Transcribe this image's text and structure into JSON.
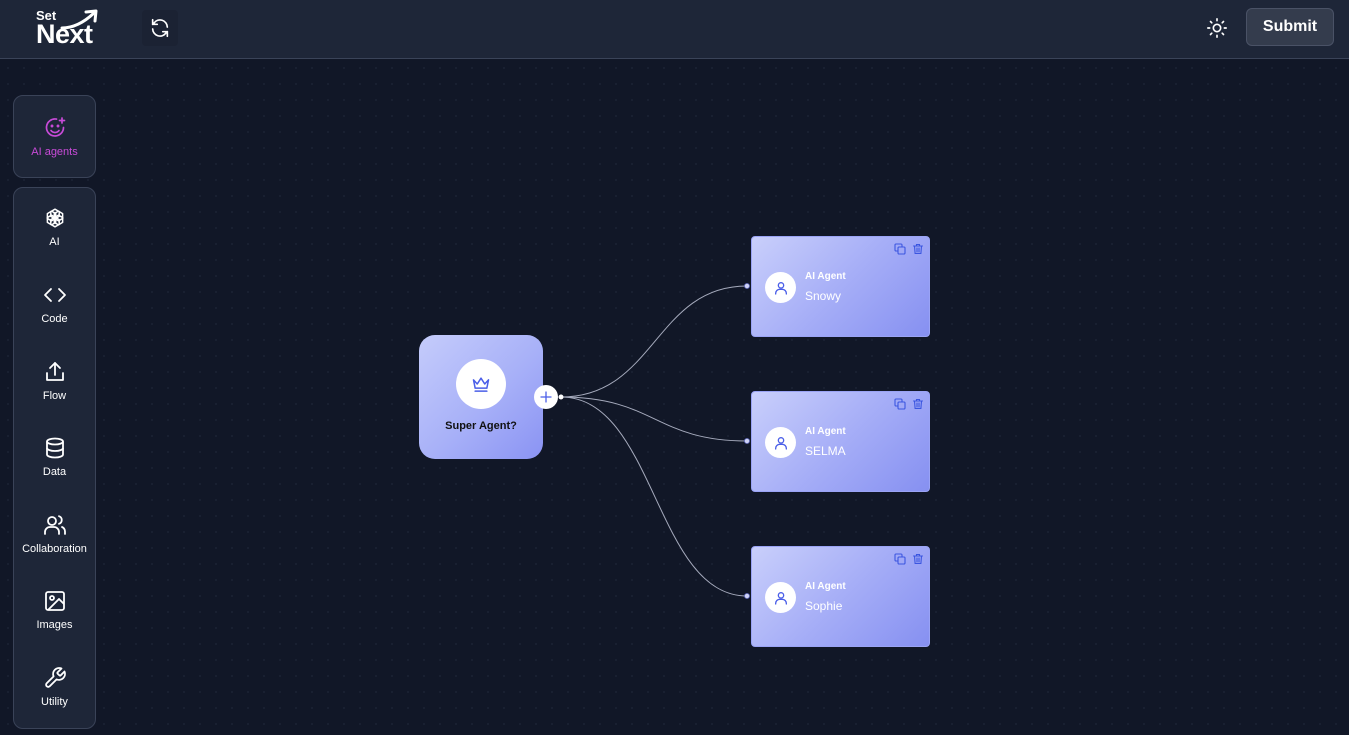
{
  "header": {
    "logo_top": "Set",
    "logo_main": "Next",
    "refresh_icon": "refresh-icon",
    "theme_icon": "sun-icon",
    "submit_label": "Submit"
  },
  "sidebar": {
    "top_item": {
      "label": "AI agents",
      "icon": "ai-agents-icon",
      "active_color": "#c84bd8"
    },
    "items": [
      {
        "label": "AI",
        "icon": "openai-icon"
      },
      {
        "label": "Code",
        "icon": "code-icon"
      },
      {
        "label": "Flow",
        "icon": "upload-icon"
      },
      {
        "label": "Data",
        "icon": "database-icon"
      },
      {
        "label": "Collaboration",
        "icon": "users-icon"
      },
      {
        "label": "Images",
        "icon": "image-icon"
      },
      {
        "label": "Utility",
        "icon": "wrench-icon"
      }
    ]
  },
  "flow": {
    "super_agent": {
      "title": "Super Agent?",
      "icon": "crown-icon"
    },
    "agents": [
      {
        "type": "AI Agent",
        "name": "Snowy"
      },
      {
        "type": "AI Agent",
        "name": "SELMA"
      },
      {
        "type": "AI Agent",
        "name": "Sophie"
      }
    ]
  },
  "colors": {
    "background": "#111727",
    "topbar": "#1e2638",
    "accent_purple": "#c84bd8",
    "node_gradient_start": "#c5ccfb",
    "node_gradient_end": "#8a93f3",
    "icon_blue": "#4a5ee8"
  }
}
